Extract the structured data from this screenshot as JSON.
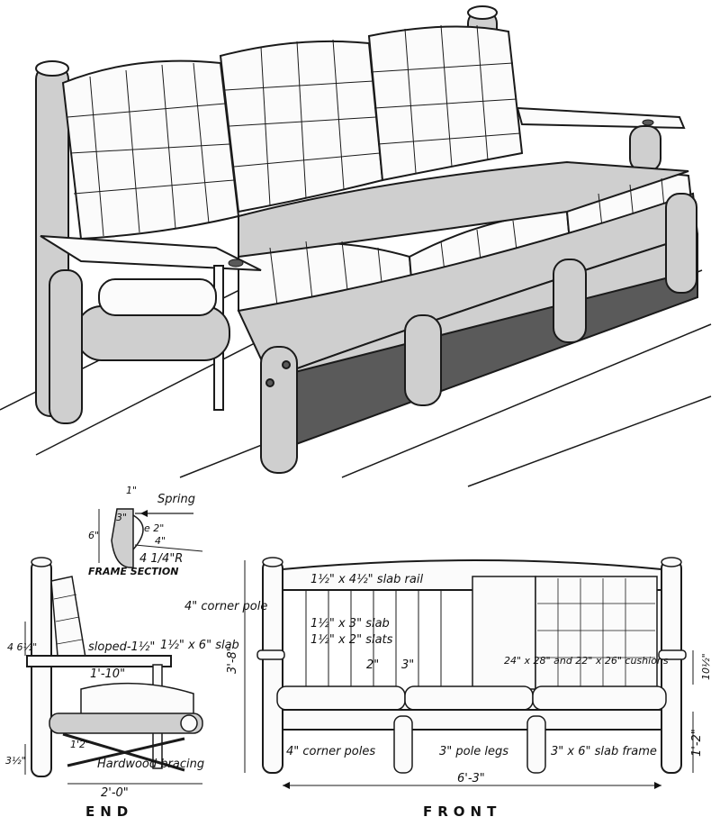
{
  "labels": {
    "spring": "Spring",
    "frame_section": "FRAME SECTION",
    "dim_1in": "1\"",
    "dim_3in": "3\"",
    "dim_6in": "6\"",
    "dim_e2": "e 2\"",
    "dim_4": "4\"",
    "radius": "4 1/4\"R",
    "sloped": "sloped-1½\"",
    "slab_1_5x6": "1½\" x 6\" slab",
    "dim_1_10": "1'-10\"",
    "dim_4_6": "4 6½\"",
    "dim_1_2in": "1'2\"",
    "dim_3_5": "3½\"",
    "hardwood_bracing": "Hardwood bracing",
    "dim_2_0": "2'-0\"",
    "end": "END",
    "slab_rail": "1½\" x 4½\" slab rail",
    "corner_pole_4": "4\" corner pole",
    "slab_1_5x3": "1½\" x 3\" slab",
    "slats_1_5x2": "1½\" x 2\" slats",
    "dim_2": "2\"",
    "dim_3": "3\"",
    "dim_3_8": "3'-8\"",
    "cushions": "24\" x 28\" and 22\" x 26\" cushions",
    "dim_10_5": "10½\"",
    "dim_1_2": "1'-2\"",
    "corner_poles_4": "4\" corner poles",
    "pole_legs_3": "3\" pole legs",
    "slab_frame": "3\" x 6\" slab frame",
    "dim_6_3": "6'-3\"",
    "front": "FRONT"
  }
}
